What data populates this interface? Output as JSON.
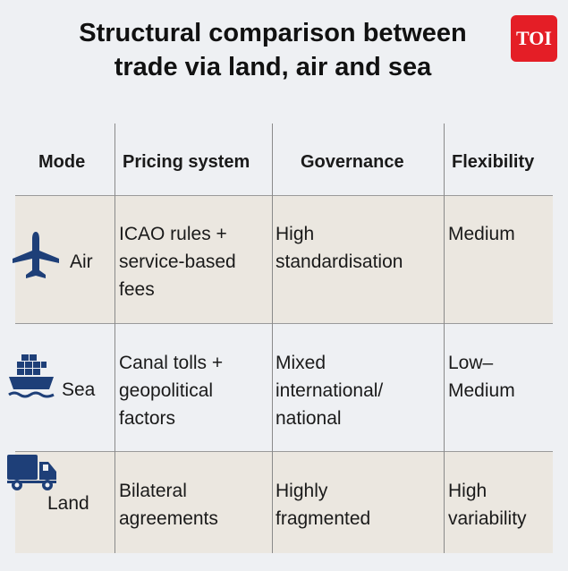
{
  "title_line1": "Structural comparison between",
  "title_line2": "trade via land, air and sea",
  "logo_text": "TOI",
  "colors": {
    "icon": "#1e3f78",
    "logo_bg": "#e41e26",
    "row_band": "#ebe7e0",
    "background": "#eef0f3"
  },
  "headers": [
    "Mode",
    "Pricing system",
    "Governance",
    "Flexibility"
  ],
  "rows": [
    {
      "mode": "Air",
      "icon": "airplane-icon",
      "pricing": [
        "ICAO rules +",
        "service-based",
        "fees"
      ],
      "governance": [
        "High",
        "standardisation"
      ],
      "flexibility": [
        "Medium"
      ]
    },
    {
      "mode": "Sea",
      "icon": "cargo-ship-icon",
      "pricing": [
        "Canal tolls +",
        "geopolitical",
        "factors"
      ],
      "governance": [
        "Mixed",
        "international/",
        "national"
      ],
      "flexibility": [
        "Low–",
        "Medium"
      ]
    },
    {
      "mode": "Land",
      "icon": "truck-icon",
      "pricing": [
        "Bilateral",
        "agreements"
      ],
      "governance": [
        "Highly",
        "fragmented"
      ],
      "flexibility": [
        "High",
        "variability"
      ]
    }
  ]
}
